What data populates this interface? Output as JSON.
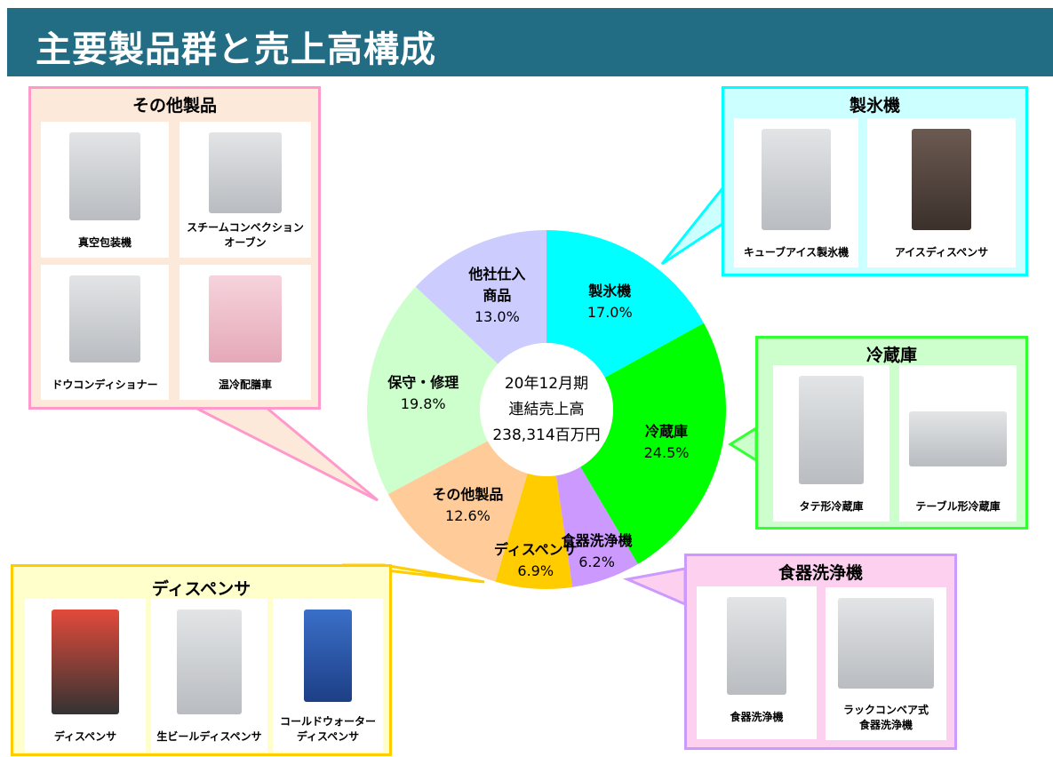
{
  "header": {
    "title": "主要製品群と売上高構成"
  },
  "chart_data": {
    "type": "pie",
    "variant": "donut",
    "center_text": [
      "20年12月期",
      "連結売上高",
      "238,314百万円"
    ],
    "slices": [
      {
        "label": "製氷機",
        "value": 17.0,
        "display": "17.0%",
        "color": "#00ffff"
      },
      {
        "label": "冷蔵庫",
        "value": 24.5,
        "display": "24.5%",
        "color": "#00ff00"
      },
      {
        "label": "食器洗浄機",
        "value": 6.2,
        "display": "6.2%",
        "color": "#cc99ff"
      },
      {
        "label": "ディスペンサ",
        "value": 6.9,
        "display": "6.9%",
        "color": "#ffcc00"
      },
      {
        "label": "その他製品",
        "value": 12.6,
        "display": "12.6%",
        "color": "#ffcc99"
      },
      {
        "label": "保守・修理",
        "value": 19.8,
        "display": "19.8%",
        "color": "#ccffcc"
      },
      {
        "label": "他社仕入商品",
        "label_lines": [
          "他社仕入",
          "商品"
        ],
        "value": 13.0,
        "display": "13.0%",
        "color": "#ccccff"
      }
    ],
    "unit": "%"
  },
  "groups": {
    "other": {
      "title": "その他製品",
      "items": [
        "真空包装機",
        "スチームコンベクション\nオーブン",
        "ドウコンディショナー",
        "温冷配膳車"
      ]
    },
    "ice": {
      "title": "製氷機",
      "items": [
        "キューブアイス製氷機",
        "アイスディスペンサ"
      ]
    },
    "fridge": {
      "title": "冷蔵庫",
      "items": [
        "タテ形冷蔵庫",
        "テーブル形冷蔵庫"
      ]
    },
    "dish": {
      "title": "食器洗浄機",
      "items": [
        "食器洗浄機",
        "ラックコンベア式\n食器洗浄機"
      ]
    },
    "dispenser": {
      "title": "ディスペンサ",
      "items": [
        "ディスペンサ",
        "生ビールディスペンサ",
        "コールドウォーター\nディスペンサ"
      ]
    }
  }
}
